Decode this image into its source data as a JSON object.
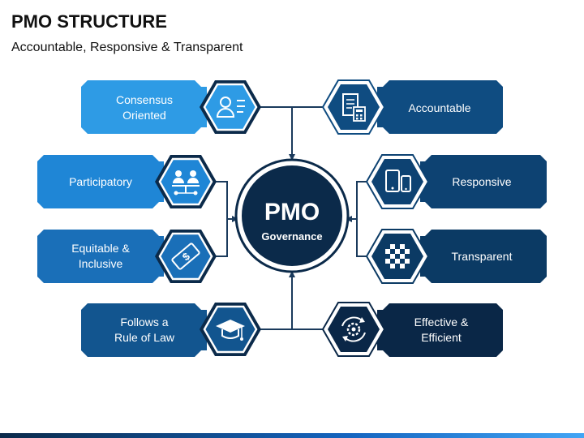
{
  "header": {
    "title": "PMO STRUCTURE",
    "subtitle": "Accountable, Responsive & Transparent"
  },
  "center": {
    "title": "PMO",
    "subtitle": "Governance"
  },
  "colors": {
    "light_blue": "#2e9be5",
    "mid_blue": "#1f6fb5",
    "dark_blue": "#0f4c81",
    "navy": "#0b2a4a",
    "connector": "#1a3a5c"
  },
  "items": [
    {
      "id": "consensus",
      "lines": [
        "Consensus",
        "Oriented"
      ],
      "icon": "profile-card-icon"
    },
    {
      "id": "participatory",
      "lines": [
        "Participatory"
      ],
      "icon": "meeting-people-icon"
    },
    {
      "id": "equitable",
      "lines": [
        "Equitable &",
        "Inclusive"
      ],
      "icon": "money-bill-icon"
    },
    {
      "id": "rule_of_law",
      "lines": [
        "Follows a",
        "Rule of Law"
      ],
      "icon": "graduation-cap-icon"
    },
    {
      "id": "accountable",
      "lines": [
        "Accountable"
      ],
      "icon": "document-calculator-icon"
    },
    {
      "id": "responsive",
      "lines": [
        "Responsive"
      ],
      "icon": "devices-icon"
    },
    {
      "id": "transparent",
      "lines": [
        "Transparent"
      ],
      "icon": "checkerboard-icon"
    },
    {
      "id": "effective",
      "lines": [
        "Effective &",
        "Efficient"
      ],
      "icon": "gear-cycle-icon"
    }
  ]
}
